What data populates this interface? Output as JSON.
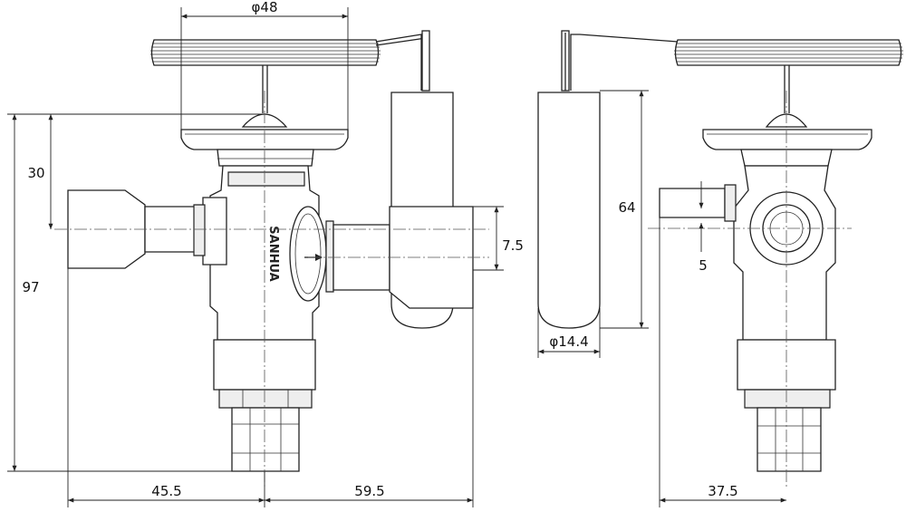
{
  "brand": "SANHUA",
  "dimensions": {
    "diaphragm_diameter": "φ48",
    "upper_offset": "30",
    "total_height": "97",
    "port_height": "7.5",
    "left_width": "45.5",
    "right_width": "59.5",
    "bulb_length": "64",
    "bulb_diameter": "φ14.4",
    "side_offset": "5",
    "side_width": "37.5"
  },
  "colors": {
    "line": "#222222",
    "fill": "#ffffff",
    "shade": "#eeeeee"
  }
}
